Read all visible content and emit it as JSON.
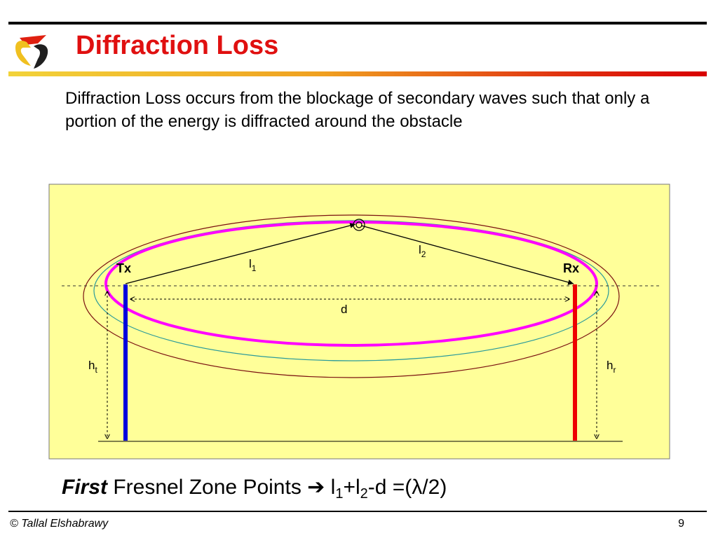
{
  "slide": {
    "title": "Diffraction Loss",
    "description": "Diffraction Loss occurs from the blockage of secondary waves such that only a portion of the energy is diffracted around the obstacle"
  },
  "diagram": {
    "tx_label": "Tx",
    "rx_label": "Rx",
    "l1_base": "l",
    "l1_sub": "1",
    "l2_base": "l",
    "l2_sub": "2",
    "d_label": "d",
    "ht_base": "h",
    "ht_sub": "t",
    "hr_base": "h",
    "hr_sub": "r",
    "colors": {
      "panel": "#ffff99",
      "tx_antenna": "#0000dd",
      "rx_antenna": "#ee0000",
      "first_zone": "#ff00ff",
      "second_zone": "#2a9a9a",
      "third_zone": "#7a1010"
    }
  },
  "formula": {
    "first": "First",
    "text": "Fresnel Zone Points",
    "arrow_icon": "➔",
    "l1_base": "l",
    "l1_sub": "1",
    "plus": "+",
    "l2_base": "l",
    "l2_sub": "2",
    "rest": "-d =(λ/2)"
  },
  "footer": {
    "copyright": "© Tallal Elshabrawy",
    "page_number": "9"
  }
}
